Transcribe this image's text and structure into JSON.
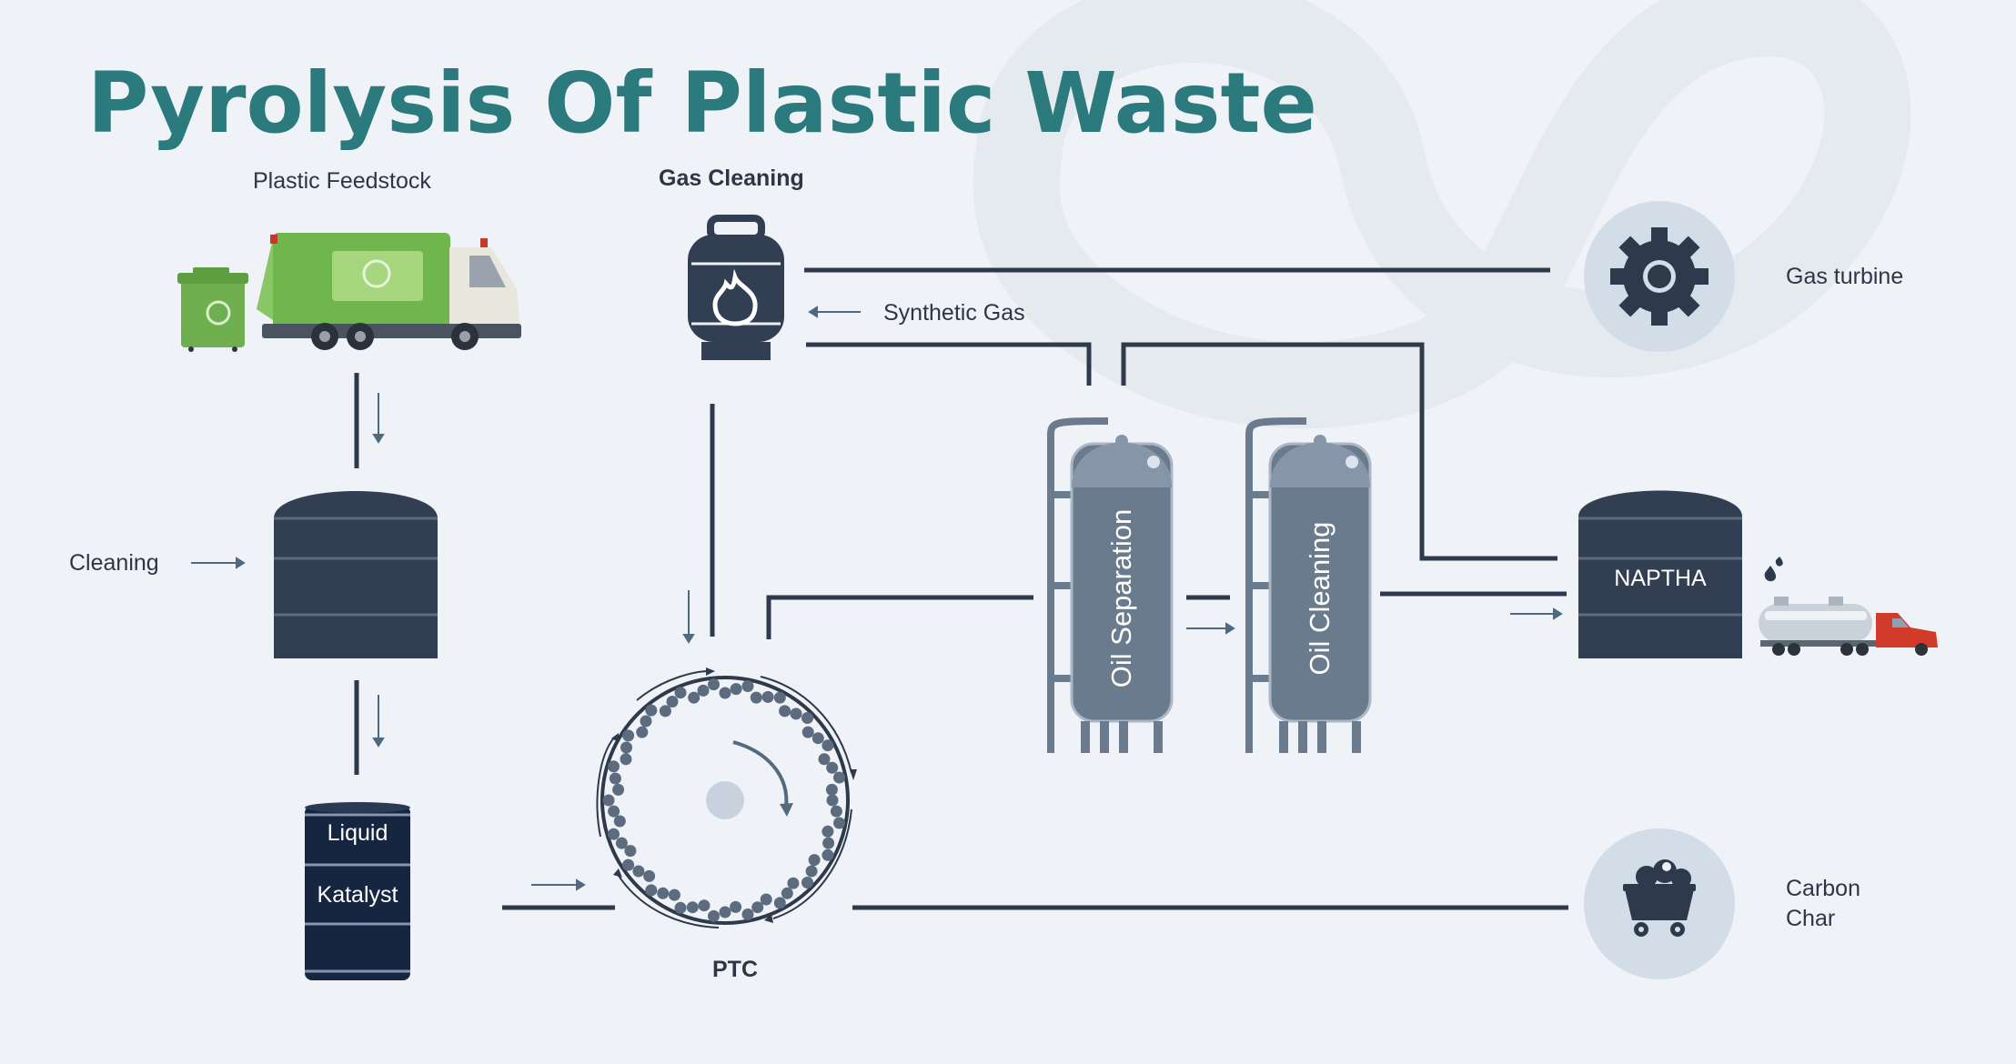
{
  "title": "Pyrolysis Of Plastic Waste",
  "labels": {
    "plastic_feedstock": "Plastic Feedstock",
    "gas_cleaning": "Gas Cleaning",
    "synthetic_gas": "Synthetic Gas",
    "gas_turbine": "Gas turbine",
    "cleaning": "Cleaning",
    "naptha": "NAPTHA",
    "oil_separation": "Oil Separation",
    "oil_cleaning": "Oil Cleaning",
    "liquid": "Liquid",
    "katalyst": "Katalyst",
    "ptc": "PTC",
    "carbon": "Carbon",
    "char": "Char"
  },
  "colors": {
    "background": "#eff2f6",
    "title": "#2b7a7d",
    "line": "#2e3a4b",
    "tank_dark": "#323f52",
    "column_fill": "#6a7b8e",
    "circle_badge": "#d3dde7",
    "truck_green": "#7dbd5a",
    "tanker_red": "#d23a2a"
  },
  "icons": [
    "recycling-truck-icon",
    "recycle-bin-icon",
    "gas-cylinder-flame-icon",
    "gear-icon",
    "mine-cart-icon",
    "tanker-truck-icon",
    "oil-drop-icon",
    "drum-icon"
  ]
}
